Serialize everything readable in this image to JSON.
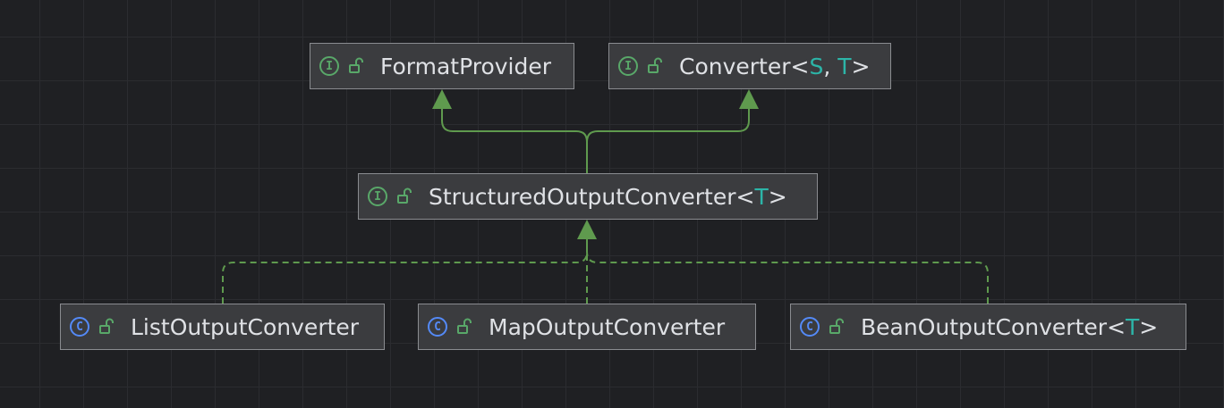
{
  "colors": {
    "background": "#1f2023",
    "grid": "#2b2c30",
    "node_fill": "#3b3c3f",
    "node_border": "#8a8c90",
    "text": "#dfe1e5",
    "type_param": "#2cb5a8",
    "interface_badge": "#59a869",
    "class_badge": "#548af7",
    "edge": "#5f9a4e"
  },
  "nodes": [
    {
      "id": "format-provider",
      "name": "FormatProvider",
      "kind": "interface",
      "badge": "I",
      "type_params": [],
      "lock_icon": "unlocked-lock-icon"
    },
    {
      "id": "converter",
      "name": "Converter",
      "kind": "interface",
      "badge": "I",
      "type_params": [
        "S",
        "T"
      ],
      "lock_icon": "unlocked-lock-icon"
    },
    {
      "id": "structured-output-converter",
      "name": "StructuredOutputConverter",
      "kind": "interface",
      "badge": "I",
      "type_params": [
        "T"
      ],
      "lock_icon": "unlocked-lock-icon"
    },
    {
      "id": "list-output-converter",
      "name": "ListOutputConverter",
      "kind": "class",
      "badge": "C",
      "type_params": [],
      "lock_icon": "unlocked-lock-icon"
    },
    {
      "id": "map-output-converter",
      "name": "MapOutputConverter",
      "kind": "class",
      "badge": "C",
      "type_params": [],
      "lock_icon": "unlocked-lock-icon"
    },
    {
      "id": "bean-output-converter",
      "name": "BeanOutputConverter",
      "kind": "class",
      "badge": "C",
      "type_params": [
        "T"
      ],
      "lock_icon": "unlocked-lock-icon"
    }
  ],
  "edges": [
    {
      "from": "structured-output-converter",
      "to": "format-provider",
      "relation": "extends",
      "style": "solid"
    },
    {
      "from": "structured-output-converter",
      "to": "converter",
      "relation": "extends",
      "style": "solid"
    },
    {
      "from": "list-output-converter",
      "to": "structured-output-converter",
      "relation": "implements",
      "style": "dashed"
    },
    {
      "from": "map-output-converter",
      "to": "structured-output-converter",
      "relation": "implements",
      "style": "dashed"
    },
    {
      "from": "bean-output-converter",
      "to": "structured-output-converter",
      "relation": "implements",
      "style": "dashed"
    }
  ]
}
